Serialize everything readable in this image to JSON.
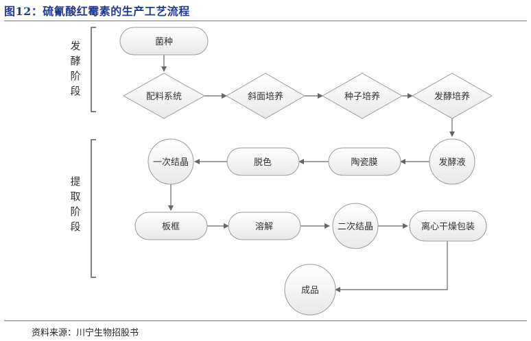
{
  "figure": {
    "title": "图12：硫氰酸红霉素的生产工艺流程",
    "source": "资料来源：川宁生物招股书"
  },
  "phases": {
    "fermentation": "发酵阶段",
    "extraction": "提取阶段"
  },
  "nodes": {
    "strain": "菌种",
    "batching": "配料系统",
    "slant_culture": "斜面培养",
    "seed_culture": "种子培养",
    "fermentation_culture": "发酵培养",
    "fermentation_broth": "发酵液",
    "ceramic_membrane": "陶瓷膜",
    "decolorization": "脱色",
    "first_crystallization": "一次结晶",
    "plate_frame": "板框",
    "dissolution": "溶解",
    "second_crystallization": "二次结晶",
    "centrifugal_drying_packaging": "离心干燥包装",
    "finished_product": "成品"
  },
  "colors": {
    "title": "#1f3a93",
    "node_fill": "#f3f3f3",
    "node_stroke": "#9a9a9a",
    "arrow": "#666666"
  }
}
